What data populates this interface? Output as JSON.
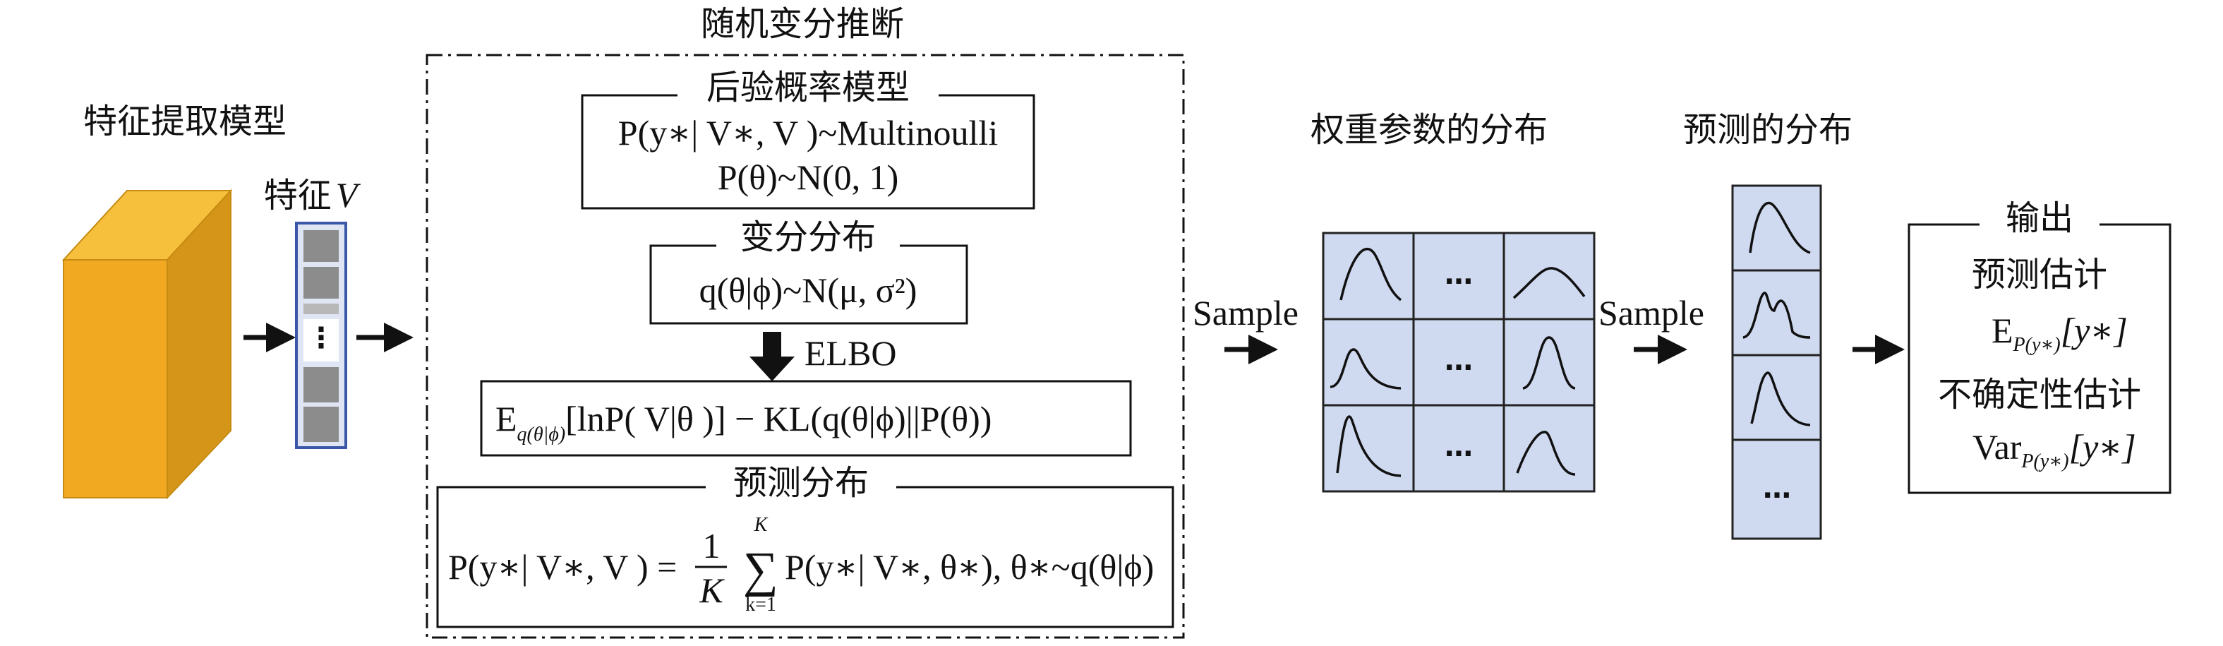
{
  "feature_model": {
    "title": "特征提取模型",
    "feature_label": "特征",
    "feature_var": "V"
  },
  "vi": {
    "title": "随机变分推断",
    "posterior": {
      "title": "后验概率模型",
      "line1": "P(y∗| V∗, V )~Multinoulli",
      "line2": "P(θ)~N(0, 1)"
    },
    "variational": {
      "title": "变分分布",
      "formula": "q(θ|ϕ)~N(μ, σ²)"
    },
    "elbo_label": "ELBO",
    "elbo": {
      "e": "E",
      "e_sub": "q(θ|ϕ)",
      "body": "[lnP( V|θ )] − KL(q(θ|ϕ)||P(θ))"
    },
    "predictive": {
      "title": "预测分布",
      "lhs": "P(y∗| V∗, V ) =",
      "frac_num": "1",
      "frac_den": "K",
      "sum": "∑",
      "sum_top": "K",
      "sum_bottom": "k=1",
      "rhs": "P(y∗| V∗, θ∗), θ∗~q(θ|ϕ)"
    }
  },
  "sample1": "Sample",
  "sample2": "Sample",
  "weight_dist": {
    "title": "权重参数的分布",
    "ellipsis": "…"
  },
  "pred_dist": {
    "title": "预测的分布",
    "ellipsis": "…"
  },
  "output": {
    "title": "输出",
    "pred_est": "预测估计",
    "e": "E",
    "e_sub": "P(y∗)",
    "e_body": "[y∗]",
    "unc_est": "不确定性估计",
    "var": "Var",
    "var_sub": "P(y∗)",
    "var_body": "[y∗]"
  },
  "colors": {
    "cube_front": "#f2a922",
    "cube_top": "#f6bf3c",
    "cube_side": "#d59518",
    "cell_fill": "#cfd9ef",
    "bar_gray": "#8c8c8c"
  }
}
